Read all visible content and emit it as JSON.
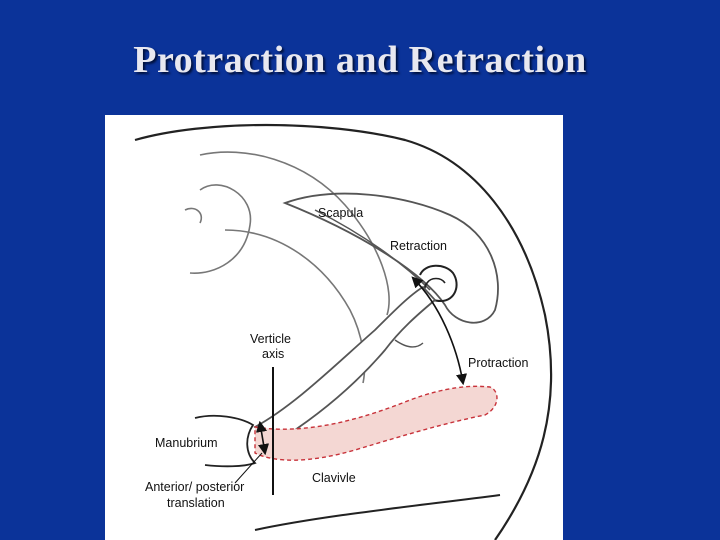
{
  "slide": {
    "title": "Protraction and Retraction"
  },
  "diagram": {
    "labels": {
      "scapula": "Scapula",
      "retraction": "Retraction",
      "protraction": "Protraction",
      "verticle_axis_line1": "Verticle",
      "verticle_axis_line2": "axis",
      "manubrium": "Manubrium",
      "translation_line1": "Anterior/ posterior",
      "translation_line2": "translation",
      "clavicle": "Clavivle"
    },
    "colors": {
      "background": "#0b3399",
      "outline": "#222222",
      "bone_outline": "#555555",
      "protracted_fill": "#f4d7d3",
      "protracted_stroke": "#c8323a"
    }
  }
}
